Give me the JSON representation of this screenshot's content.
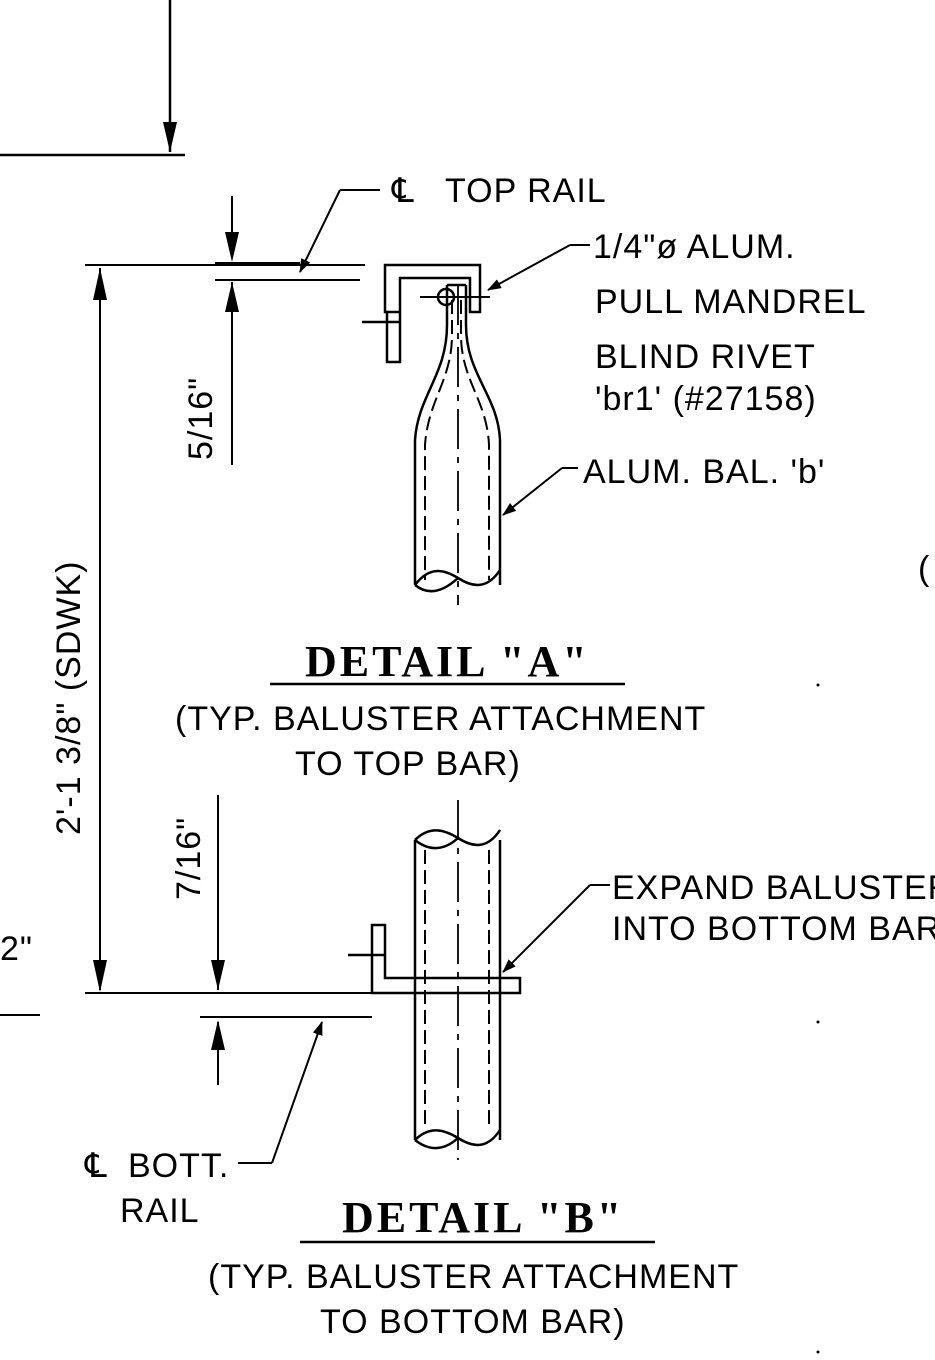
{
  "detail_a": {
    "title": "DETAIL \"A\"",
    "caption_line1": "(TYP. BALUSTER ATTACHMENT",
    "caption_line2": "TO TOP BAR)",
    "label_top_rail": "TOP RAIL",
    "rivet_line1": "1/4\"ø ALUM.",
    "rivet_line2": "PULL MANDREL",
    "rivet_line3": "BLIND RIVET",
    "rivet_line4": "'br1' (#27158)",
    "baluster_label": "ALUM. BAL. 'b'",
    "dim_top": "5/16\""
  },
  "detail_b": {
    "title": "DETAIL \"B\"",
    "caption_line1": "(TYP. BALUSTER ATTACHMENT",
    "caption_line2": "TO BOTTOM BAR)",
    "label_bott_rail_1": "BOTT.",
    "label_bott_rail_2": "RAIL",
    "expand_line1": "EXPAND BALUSTER",
    "expand_line2": "INTO BOTTOM BAR",
    "dim_bottom": "7/16\""
  },
  "overall_dim": "2'-1 3/8\" (SDWK)",
  "left_edge_fragment": "2\""
}
